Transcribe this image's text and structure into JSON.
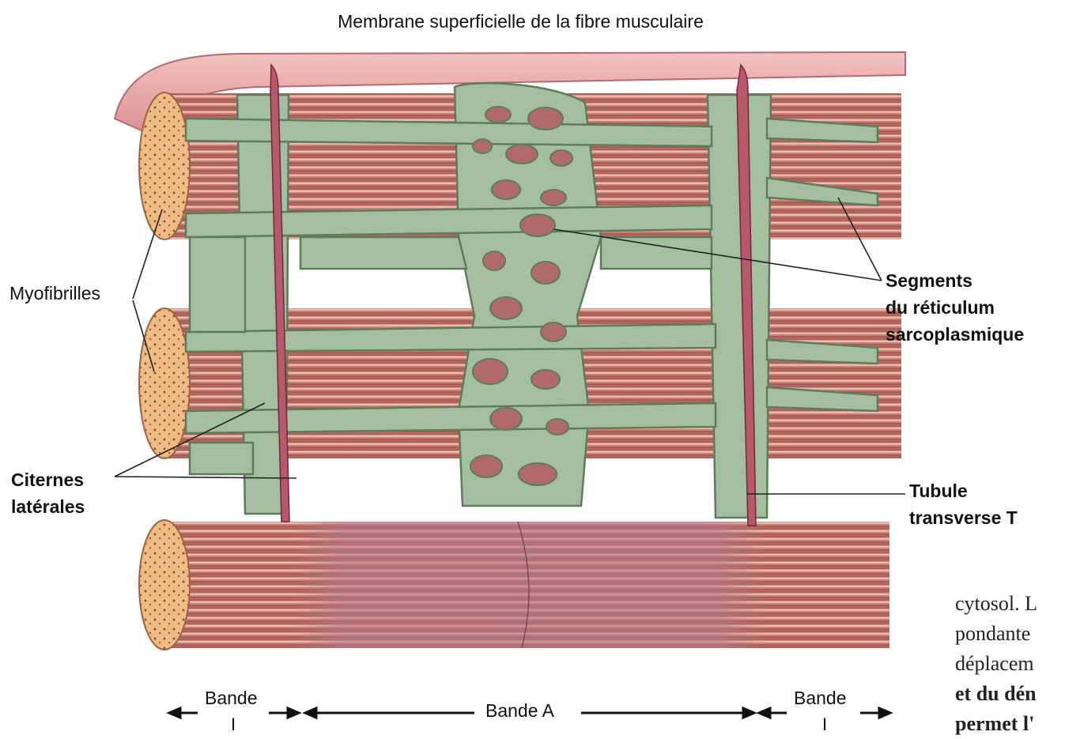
{
  "title": "Membrane superficielle de la fibre musculaire",
  "labels": {
    "myofibrilles": "Myofibrilles",
    "segments": [
      "Segments",
      "du réticulum",
      "sarcoplasmique"
    ],
    "citernes": [
      "Citernes",
      "latérales"
    ],
    "tubule": [
      "Tubule",
      "transverse T"
    ]
  },
  "bands": {
    "left": "Bande",
    "left_mark": "I",
    "center": "Bande A",
    "right": "Bande",
    "right_mark": "I"
  },
  "text_snippet": [
    "cytosol. L",
    "pondante",
    "déplacem",
    "et du dén",
    "permet l'"
  ],
  "colors": {
    "membrane": "#e9a3a4",
    "myofibril": "#c98072",
    "reticulum": "#9fb99b",
    "tubule": "#b8586b",
    "crosssection": "#eeb77d"
  }
}
